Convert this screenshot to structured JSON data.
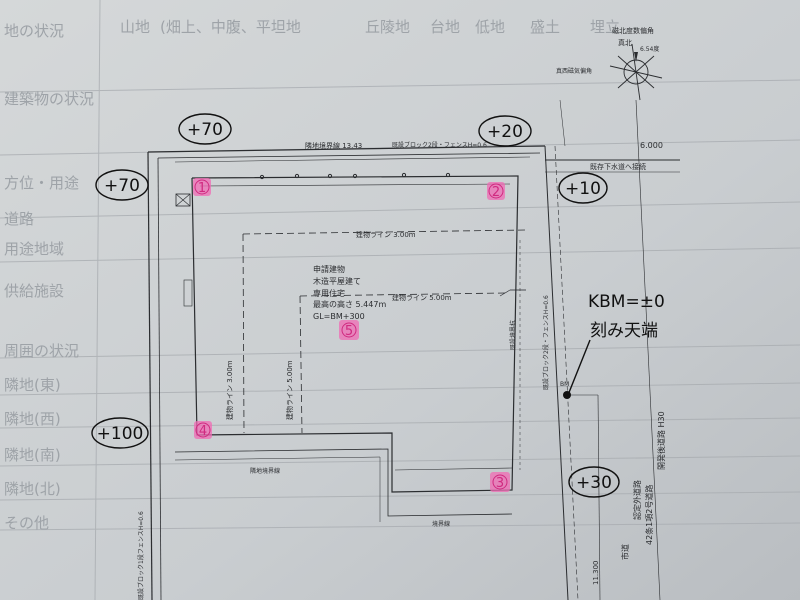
{
  "header_fragments": [
    "地の状況",
    "山地",
    "(畑上、中腹、平坦地",
    "丘陵地",
    "台地",
    "低地",
    "盛土",
    "埋立"
  ],
  "background_labels": [
    "建築物の状況",
    "方位・用途",
    "道路",
    "用途地域",
    "供給施設",
    "周囲の状況",
    "隣地(東)",
    "隣地(西)",
    "隣地(南)",
    "隣地(北)",
    "その他"
  ],
  "compass": {
    "top": "磁北度数偏角",
    "north": "真北",
    "angle": "6.54度",
    "side": "真西磁気偏角"
  },
  "plan": {
    "top_boundary": "隣地境界線 13.43",
    "top_fence": "既設ブロック2段・フェンスH=0.6",
    "sewer_note": "既存下水道へ接続",
    "wall_line_top": "建物ライン 3.00m",
    "wall_line_inner": "建物ライン 5.00m",
    "wall_line_left": "建物ライン 3.00m",
    "wall_line_mid": "建物ライン 5.00m",
    "building": [
      "申請建物",
      "木造平屋建て",
      "専用住宅",
      "最高の高さ 5.447m",
      "GL=BM+300"
    ],
    "right_fence": "既設ブロック2段・フェンスH=0.6",
    "right_dim": "6.000",
    "left_fence": "既設ブロック1段フェンスH=0.6",
    "small": [
      "隣地境界線",
      "境界線",
      "既設境界杭",
      "BM"
    ],
    "road": [
      "市道",
      "認定外道路",
      "42条1項2号道路",
      "開発後道路 H30"
    ],
    "bottom_dim": "11.300"
  },
  "elevations": {
    "top_left": "+70",
    "top_mid": "+20",
    "left": "+70",
    "right": "+10",
    "bottom_left": "+100",
    "bottom_right": "+30"
  },
  "points": [
    "1",
    "2",
    "3",
    "4",
    "5"
  ],
  "kbm_note": [
    "KBM=±0",
    "刻み天端"
  ]
}
